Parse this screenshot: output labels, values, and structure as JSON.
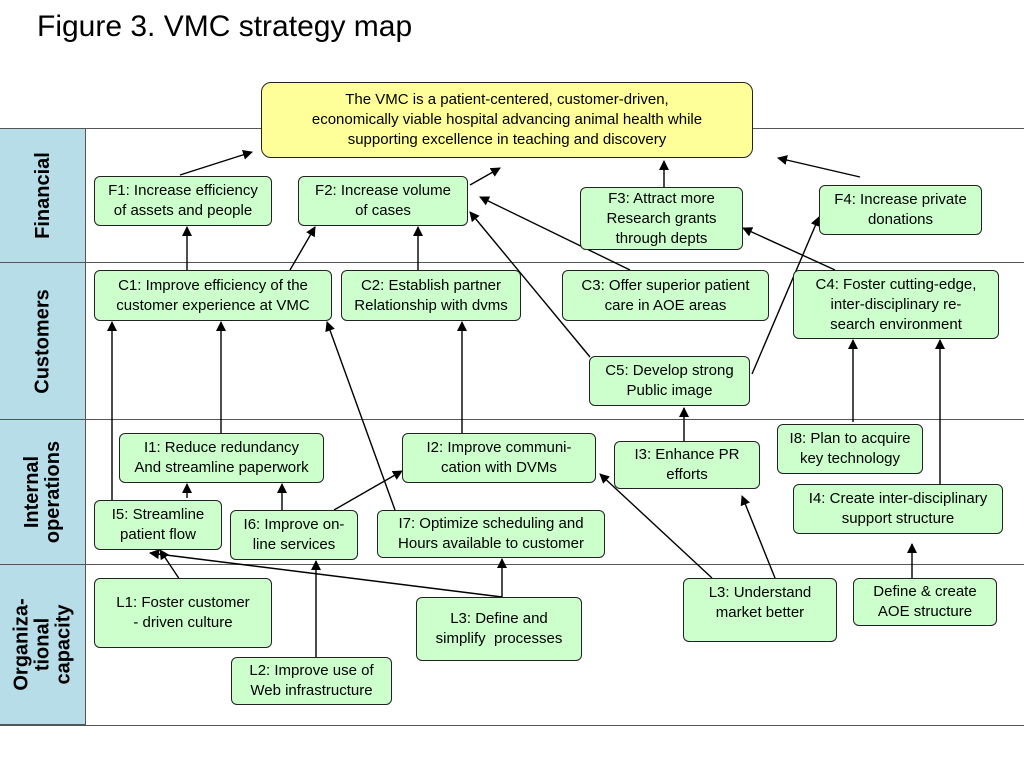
{
  "title": "Figure 3. VMC strategy map",
  "bands": [
    {
      "label": "Financial"
    },
    {
      "label": "Customers"
    },
    {
      "label": "Internal\noperations"
    },
    {
      "label": "Organiza-\ntional\ncapacity"
    }
  ],
  "mission": "The VMC is a patient-centered, customer-driven,\neconomically viable hospital advancing animal health while\nsupporting excellence in teaching and discovery",
  "financial": {
    "f1": "F1: Increase efficiency\nof assets and people",
    "f2": "F2: Increase volume\nof cases",
    "f3": "F3: Attract more\nResearch grants\nthrough depts",
    "f4": "F4: Increase private\ndonations"
  },
  "customers": {
    "c1": "C1: Improve efficiency of the\ncustomer experience at VMC",
    "c2": "C2: Establish partner\nRelationship with dvms",
    "c3": "C3: Offer superior patient\ncare in AOE areas",
    "c4": "C4: Foster cutting-edge,\ninter-disciplinary re-\nsearch environment",
    "c5": "C5: Develop strong\nPublic image"
  },
  "internal": {
    "i1": "I1: Reduce redundancy\nAnd streamline paperwork",
    "i2": "I2: Improve communi-\ncation with DVMs",
    "i3": "I3: Enhance PR\nefforts",
    "i8": "I8: Plan to acquire\nkey technology",
    "i4": "I4: Create inter-disciplinary\nsupport structure",
    "i5": "I5: Streamline\npatient flow",
    "i6": "I6: Improve on-\nline services",
    "i7": "I7: Optimize scheduling and\nHours available to customer"
  },
  "organizational": {
    "l1": "L1: Foster customer\n- driven culture",
    "l2": "L2: Improve use of\nWeb infrastructure",
    "l3a": "L3: Define and\nsimplify  processes",
    "l3b": "L3: Understand\nmarket better",
    "aoe": "Define & create\nAOE structure"
  }
}
